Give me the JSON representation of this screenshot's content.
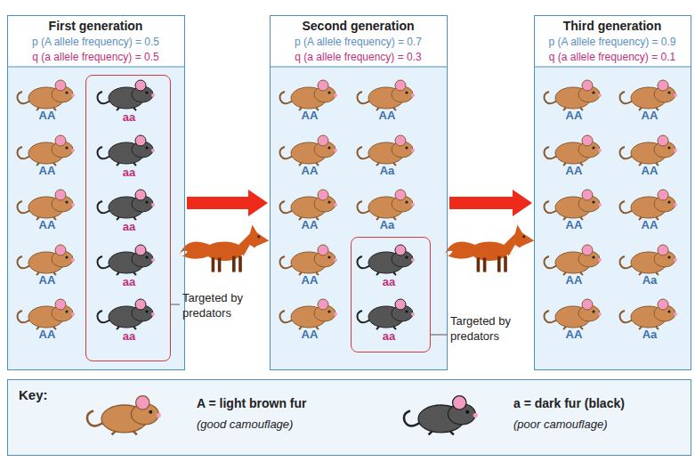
{
  "diagram": {
    "nodes": [
      {
        "text": [
          "First generation",
          "p (A allele frequency) = 0.5",
          "q (a allele frequency) = 0.5"
        ]
      },
      {
        "text": [
          "aa",
          "aa",
          "aa",
          "aa",
          "aa"
        ],
        "in": 0
      },
      {
        "text": [
          "Second generation",
          "p (A allele frequency) = 0.7",
          "q (a allele frequency) = 0.3"
        ]
      },
      {
        "text": [
          "aa",
          "aa"
        ],
        "in": 2
      },
      {
        "text": [
          "Third generation",
          "p (A allele frequency) = 0.9",
          "q (a allele frequency) = 0.1"
        ]
      },
      {
        "text": [
          "Key:",
          "A = light brown fur",
          "(good camouflage)",
          "a = dark fur (black)",
          "(poor camouflage)"
        ]
      }
    ],
    "edges": [
      {
        "from": 0,
        "to": 2,
        "arrow": "to"
      },
      {
        "from": 2,
        "to": 4,
        "arrow": "to"
      }
    ],
    "labels": [
      "AA",
      "AA",
      "AA",
      "AA",
      "AA",
      "Targeted by predators",
      "AA",
      "AA",
      "AA",
      "AA",
      "AA",
      "AA",
      "Aa",
      "Aa",
      "Targeted by predators",
      "AA",
      "AA",
      "AA",
      "AA",
      "AA",
      "AA",
      "AA",
      "AA",
      "Aa",
      "Aa"
    ]
  }
}
